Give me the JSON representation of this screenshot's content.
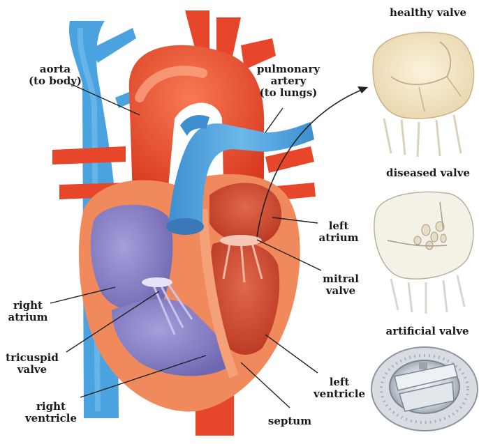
{
  "labels": {
    "aorta": [
      "aorta",
      "(to body)"
    ],
    "pulmonary_artery": [
      "pulmonary",
      "artery",
      "(to lungs)"
    ],
    "left_atrium": [
      "left",
      "atrium"
    ],
    "mitral_valve": [
      "mitral",
      "valve"
    ],
    "right_atrium": [
      "right",
      "atrium"
    ],
    "tricuspid_valve": [
      "tricuspid",
      "valve"
    ],
    "right_ventricle": [
      "right",
      "ventricle"
    ],
    "left_ventricle": [
      "left",
      "ventricle"
    ],
    "septum": "septum"
  },
  "valves": {
    "healthy": "healthy valve",
    "diseased": "diseased valve",
    "artificial": "artificial valve"
  },
  "colors": {
    "artery_red": "#e8462a",
    "vein_blue": "#4aa3df",
    "heart_wall": "#f08a5d",
    "right_chamber": "#8d86c9",
    "left_chamber": "#cf4a32",
    "valve_cream": "#f4e8cc"
  }
}
